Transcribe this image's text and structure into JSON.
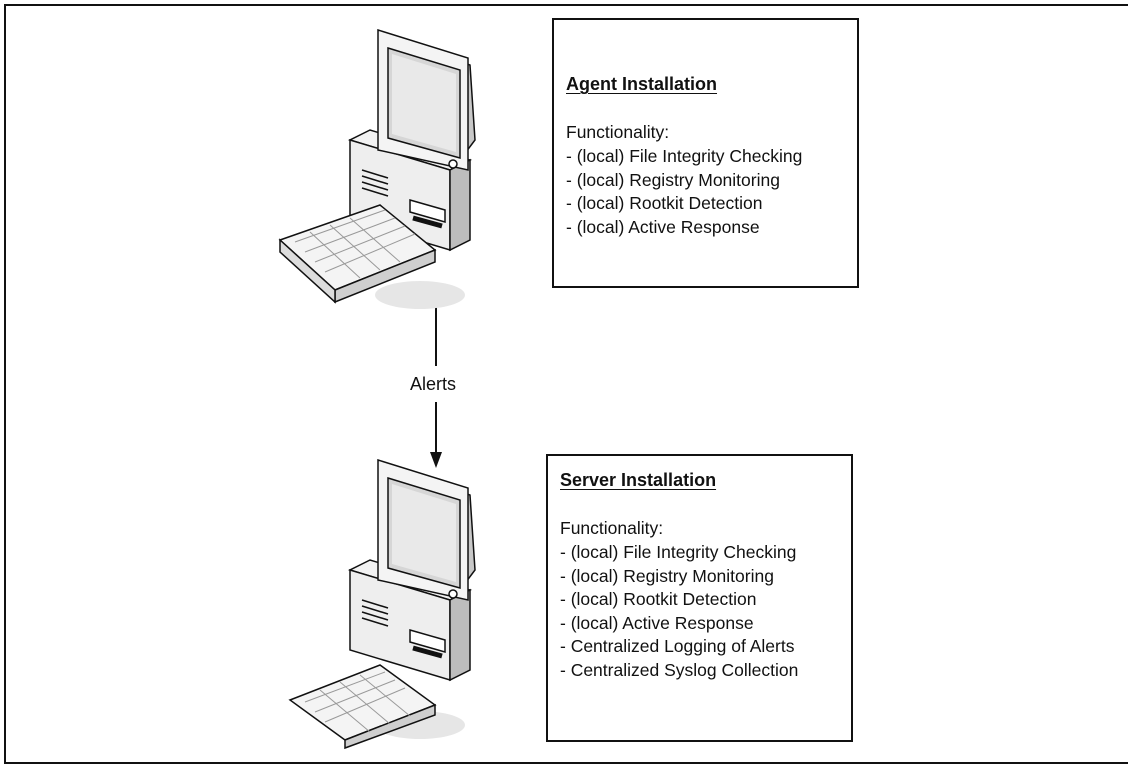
{
  "edge": {
    "label": "Alerts"
  },
  "agent": {
    "title": "Agent Installation",
    "heading": "Functionality:",
    "items": [
      "- (local) File Integrity Checking",
      "- (local) Registry Monitoring",
      "- (local) Rootkit Detection",
      "- (local) Active Response"
    ]
  },
  "server": {
    "title": "Server Installation",
    "heading": "Functionality:",
    "items": [
      "- (local) File Integrity Checking",
      "- (local) Registry Monitoring",
      "- (local) Rootkit Detection",
      "- (local) Active Response",
      "- Centralized Logging of Alerts",
      "- Centralized Syslog Collection"
    ]
  }
}
